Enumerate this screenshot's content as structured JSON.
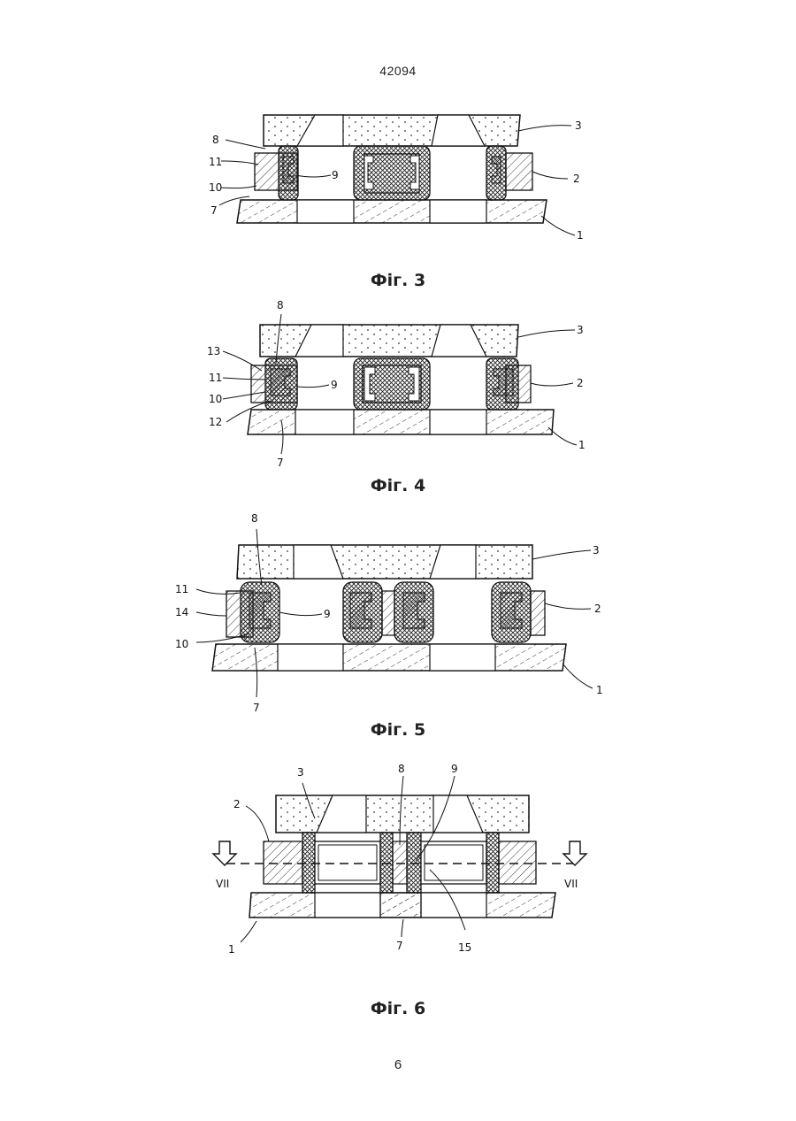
{
  "document": {
    "page_header": "42094",
    "page_footer": "6"
  },
  "figures": [
    {
      "id": "fig3",
      "caption": "Фіг. 3",
      "labels": [
        "3",
        "8",
        "11",
        "10",
        "7",
        "9",
        "2",
        "1"
      ]
    },
    {
      "id": "fig4",
      "caption": "Фіг. 4",
      "labels": [
        "8",
        "3",
        "13",
        "11",
        "10",
        "12",
        "9",
        "2",
        "1",
        "7"
      ]
    },
    {
      "id": "fig5",
      "caption": "Фіг. 5",
      "labels": [
        "8",
        "3",
        "11",
        "14",
        "10",
        "9",
        "2",
        "1",
        "7"
      ]
    },
    {
      "id": "fig6",
      "caption": "Фіг. 6",
      "labels": [
        "3",
        "8",
        "9",
        "2",
        "VII",
        "VII",
        "1",
        "7",
        "15"
      ]
    }
  ]
}
